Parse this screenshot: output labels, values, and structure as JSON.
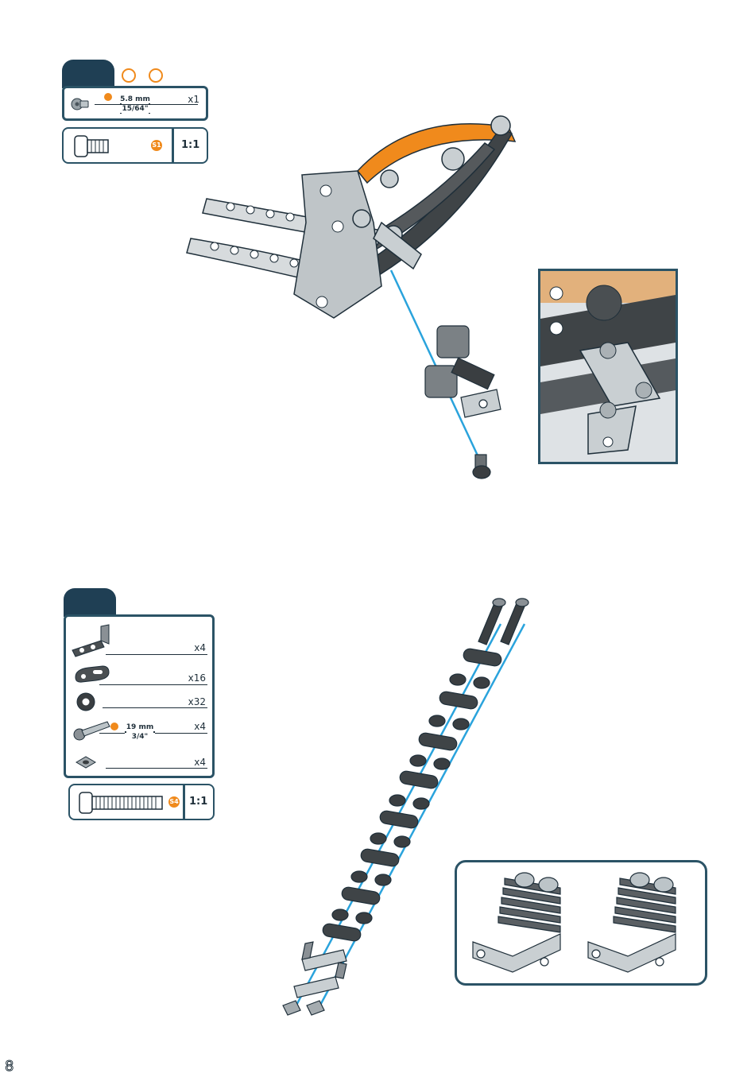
{
  "step_upper": {
    "parts": [
      {
        "icon": "bolt-short-icon",
        "length_mm": "5.8 mm",
        "length_in": "15/64\"",
        "quantity": "x1"
      }
    ],
    "scale": {
      "code": "S1",
      "ratio": "1:1"
    }
  },
  "step_lower": {
    "parts": [
      {
        "icon": "angle-bracket-icon",
        "quantity": "x4"
      },
      {
        "icon": "slotted-strip-icon",
        "quantity": "x16"
      },
      {
        "icon": "washer-icon",
        "quantity": "x32"
      },
      {
        "icon": "bolt-long-icon",
        "length_mm": "19 mm",
        "length_in": "3/4\"",
        "quantity": "x4"
      },
      {
        "icon": "square-nut-icon",
        "quantity": "x4"
      }
    ],
    "scale": {
      "code": "S4",
      "ratio": "1:1"
    }
  },
  "page": {
    "number": "8"
  },
  "colors": {
    "accent": "#f08a1c",
    "frame": "#2b5366",
    "tab": "#1f3f54",
    "guide_line": "#2aa3dc"
  }
}
